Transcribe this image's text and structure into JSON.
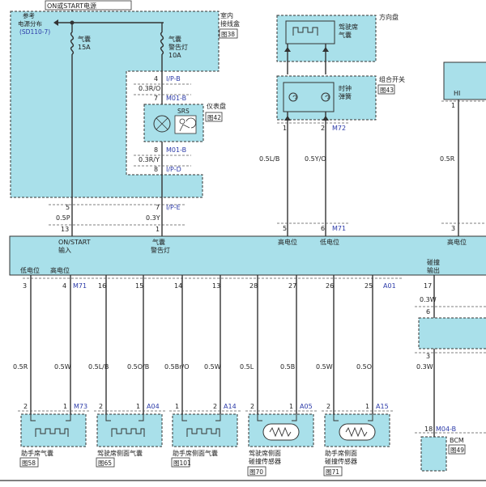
{
  "power": {
    "top_label": "ON或START电源",
    "ref_a": "参考",
    "ref_b": "电源分布",
    "ref_code": "(SD110-7)",
    "fuse1_a": "气囊",
    "fuse1_b": "15A",
    "fuse2_a": "气囊",
    "fuse2_b": "警告灯",
    "fuse2_c": "10A",
    "junction_a": "室内",
    "junction_b": "接线盒",
    "junction_ref": "图38"
  },
  "cluster": {
    "name": "仪表盘",
    "ref": "图42",
    "icon_text": "SRS",
    "pin4": "4",
    "conn_ipb": "I/P-B",
    "wire_03ro": "0.3R/O",
    "pin7": "7",
    "conn_m01b_top": "M01-B",
    "pin8": "8",
    "conn_m01b_bot": "M01-B",
    "wire_03ry": "0.3R/Y",
    "pin8b": "8",
    "conn_ipd": "I/P-D"
  },
  "steering": {
    "label": "方向盘",
    "airbag_a": "驾驶席",
    "airbag_b": "气囊",
    "combo_label": "组合开关",
    "combo_ref": "图43",
    "clock_a": "时钟",
    "clock_b": "弹簧",
    "pin1": "1",
    "pin2": "2",
    "conn_m72": "M72",
    "wire_05lb": "0.5L/B",
    "wire_05yo": "0.5Y/O"
  },
  "right_box": {
    "label": "HI",
    "pin": "1",
    "wire": "0.5R",
    "pin3": "3"
  },
  "left_lower": {
    "pin5": "5",
    "wire_05p": "0.5P",
    "pin13": "13",
    "pin7": "7",
    "conn_ipe": "I/P-E",
    "wire_03y": "0.3Y",
    "pin1": "1"
  },
  "module": {
    "in_a": "ON/START",
    "in_b": "输入",
    "warn_a": "气囊",
    "warn_b": "警告灯",
    "hi1": "高电位",
    "lo1": "低电位",
    "hi_right": "高电位",
    "pin5": "5",
    "pin6": "6",
    "conn_m71_top": "M71",
    "pin3_right": "3",
    "lo_left": "低电位",
    "hi_left": "高电位",
    "crash_a": "碰撞",
    "crash_b": "输出",
    "bottom_pins": [
      "3",
      "4",
      "16",
      "15",
      "14",
      "13",
      "28",
      "27",
      "26",
      "25",
      "17"
    ],
    "conn_m71_bot": "M71",
    "conn_a01": "A01"
  },
  "wires": [
    "0.5R",
    "0.5W",
    "0.5L/B",
    "0.5O/B",
    "0.5Br/O",
    "0.5W",
    "0.5L",
    "0.5B",
    "0.5W",
    "0.5O"
  ],
  "wire_17": "0.3W",
  "pin6_mid": "6",
  "pin3_mid": "3",
  "wire_bcm": "0.3W",
  "components": [
    {
      "pin_a": "2",
      "pin_b": "1",
      "conn": "M73",
      "name_a": "助手席气囊",
      "name_b": "",
      "ref": "图58"
    },
    {
      "pin_a": "2",
      "pin_b": "1",
      "conn": "A04",
      "name_a": "驾驶席侧面气囊",
      "name_b": "",
      "ref": "图65"
    },
    {
      "pin_a": "1",
      "pin_b": "2",
      "conn": "A14",
      "name_a": "助手席侧面气囊",
      "name_b": "",
      "ref": "图101"
    },
    {
      "pin_a": "2",
      "pin_b": "1",
      "conn": "A05",
      "name_a": "驾驶席侧面",
      "name_b": "碰撞传感器",
      "ref": "图70"
    },
    {
      "pin_a": "2",
      "pin_b": "1",
      "conn": "A15",
      "name_a": "助手席侧面",
      "name_b": "碰撞传感器",
      "ref": "图71"
    }
  ],
  "bcm": {
    "pin": "18",
    "conn": "M04-B",
    "label": "BCM",
    "ref": "图49"
  }
}
